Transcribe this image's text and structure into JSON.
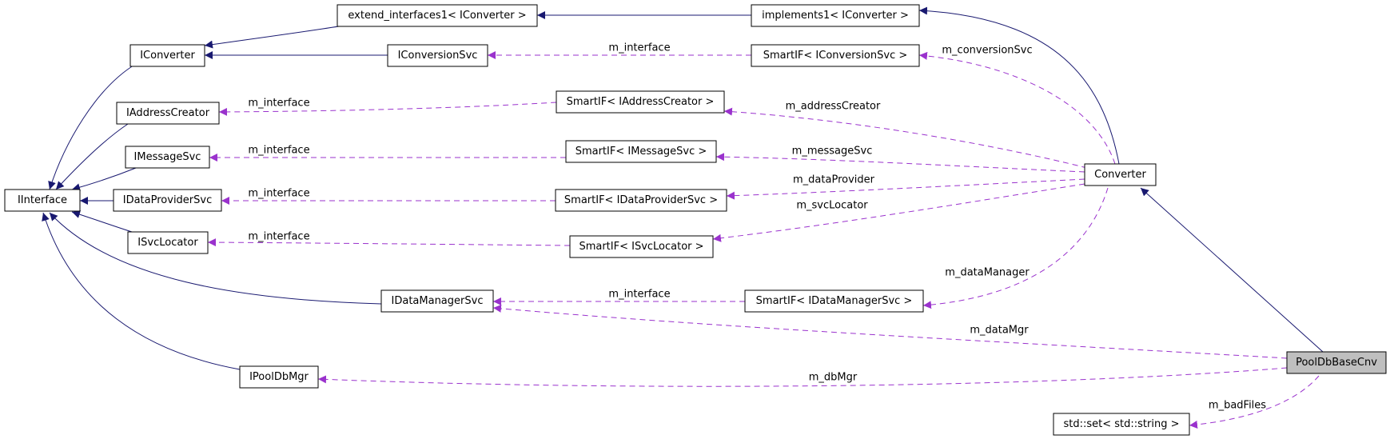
{
  "colors": {
    "inheritance_edge": "#191970",
    "usage_edge": "#9a32cd",
    "focus_node_fill": "#bfbfbf"
  },
  "nodes": {
    "extend_interfaces1": "extend_interfaces1< IConverter >",
    "implements1": "implements1< IConverter >",
    "iconverter": "IConverter",
    "iconversionsvc": "IConversionSvc",
    "smartif_iconversionsvc": "SmartIF< IConversionSvc >",
    "iaddresscreator": "IAddressCreator",
    "smartif_iaddresscreator": "SmartIF< IAddressCreator >",
    "imessagesvc": "IMessageSvc",
    "smartif_imessagesvc": "SmartIF< IMessageSvc >",
    "iinterface": "IInterface",
    "idataprovidersvc": "IDataProviderSvc",
    "smartif_idataprovidersvc": "SmartIF< IDataProviderSvc >",
    "converter": "Converter",
    "isvclocator": "ISvcLocator",
    "smartif_isvclocator": "SmartIF< ISvcLocator >",
    "idatamanagersvc": "IDataManagerSvc",
    "smartif_idatamanagersvc": "SmartIF< IDataManagerSvc >",
    "pooldbbasecnv": "PoolDbBaseCnv",
    "ipooldbmgr": "IPoolDbMgr",
    "std_set": "std::set< std::string >"
  },
  "edge_labels": {
    "m_interface_conversion": "m_interface",
    "m_conversionSvc": "m_conversionSvc",
    "m_interface_address": "m_interface",
    "m_addressCreator": "m_addressCreator",
    "m_interface_message": "m_interface",
    "m_messageSvc": "m_messageSvc",
    "m_interface_dataprovider": "m_interface",
    "m_dataProvider": "m_dataProvider",
    "m_interface_svclocator": "m_interface",
    "m_svcLocator": "m_svcLocator",
    "m_dataManager": "m_dataManager",
    "m_interface_datamanager": "m_interface",
    "m_dataMgr": "m_dataMgr",
    "m_dbMgr": "m_dbMgr",
    "m_badFiles": "m_badFiles"
  }
}
